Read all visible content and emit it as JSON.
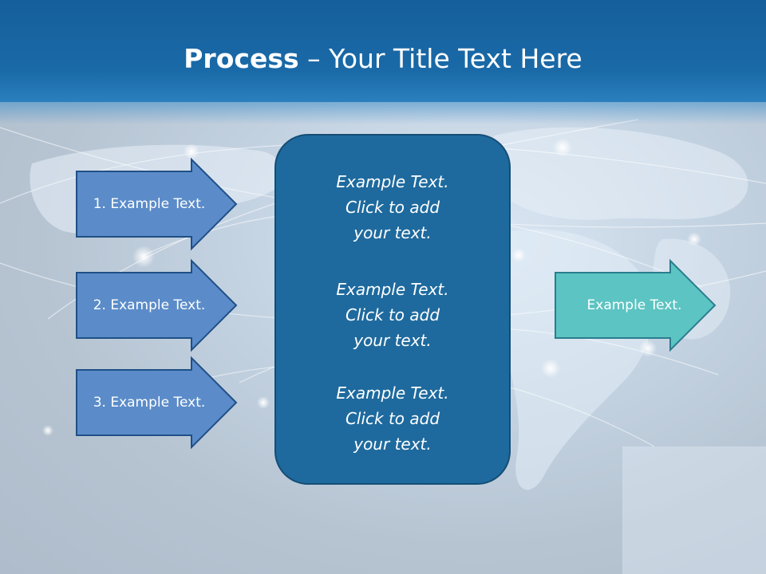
{
  "slide": {
    "title_bold": "Process",
    "title_rest": " – Your Title Text Here",
    "input_arrows": [
      {
        "label": "1. Example Text."
      },
      {
        "label": "2. Example Text."
      },
      {
        "label": "3. Example Text."
      }
    ],
    "center_box": {
      "paragraphs": [
        {
          "line1": "Example Text.",
          "line2": "Click  to add",
          "line3": "your text."
        },
        {
          "line1": "Example Text.",
          "line2": "Click  to add",
          "line3": "your text."
        },
        {
          "line1": "Example Text.",
          "line2": "Click  to add",
          "line3": "your text."
        }
      ]
    },
    "output_arrow": {
      "label": "Example Text."
    }
  },
  "colors": {
    "title_bar": "#1a6aa8",
    "input_arrow_fill": "#5b8cc9",
    "input_arrow_border": "#1f4f86",
    "center_box_fill": "#1e6a9e",
    "output_arrow_fill": "#5cc4c2",
    "output_arrow_border": "#2a7d8e"
  }
}
